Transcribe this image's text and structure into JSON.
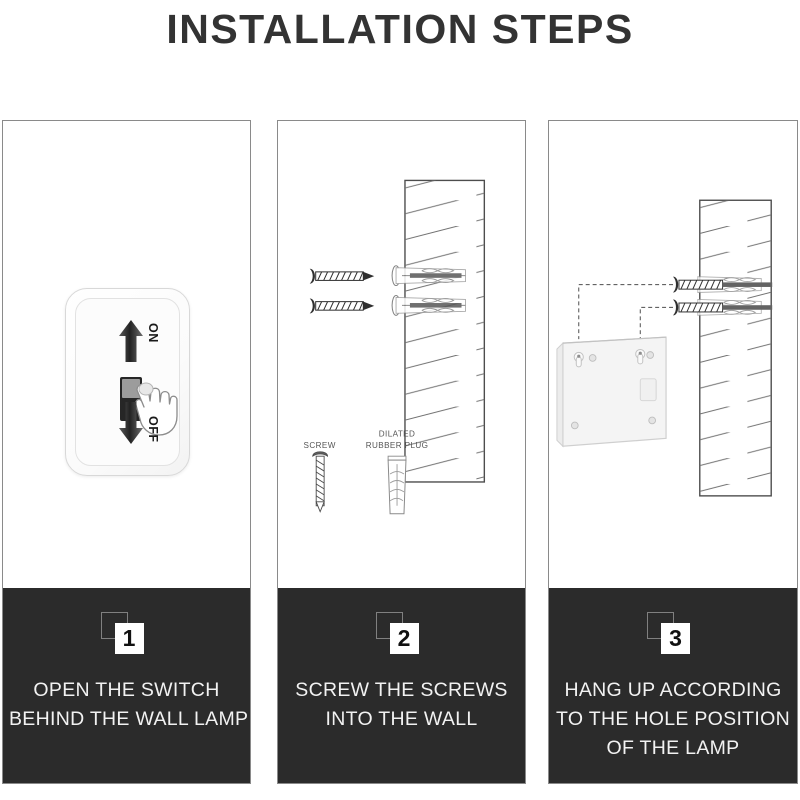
{
  "page": {
    "title": "INSTALLATION STEPS",
    "background_color": "#ffffff",
    "title_color": "#333333",
    "caption_band_color": "#2b2b2b",
    "caption_text_color": "#f2f2f2",
    "panel_border_color": "#8a8a8a"
  },
  "panels": [
    {
      "number": "1",
      "caption_lines": [
        "OPEN THE SWITCH",
        "BEHIND THE WALL LAMP"
      ],
      "illustration": "wall-lamp-rocker-switch",
      "switch": {
        "on_label": "ON",
        "off_label": "OFF",
        "up_arrow_icon": "arrow-up-icon",
        "down_arrow_icon": "arrow-down-icon",
        "hand_icon": "pointing-hand-icon",
        "rocker_body_color": "#262626",
        "rocker_paddle_color": "#9c9c9c"
      }
    },
    {
      "number": "2",
      "caption_lines": [
        "SCREW THE SCREWS",
        "INTO THE WALL"
      ],
      "illustration": "screws-into-wall-with-anchors",
      "legend": [
        {
          "label_lines": [
            "SCREW"
          ],
          "icon": "screw-icon"
        },
        {
          "label_lines": [
            "DILATED",
            "RUBBER PLUG"
          ],
          "icon": "rubber-plug-icon"
        }
      ],
      "screw_count": 2,
      "anchor_count": 2
    },
    {
      "number": "3",
      "caption_lines": [
        "HANG UP ACCORDING",
        "TO THE HOLE POSITION",
        "OF THE LAMP"
      ],
      "illustration": "lamp-backplate-aligned-to-wall-screws",
      "screw_count": 2,
      "keyhole_count": 2
    }
  ]
}
